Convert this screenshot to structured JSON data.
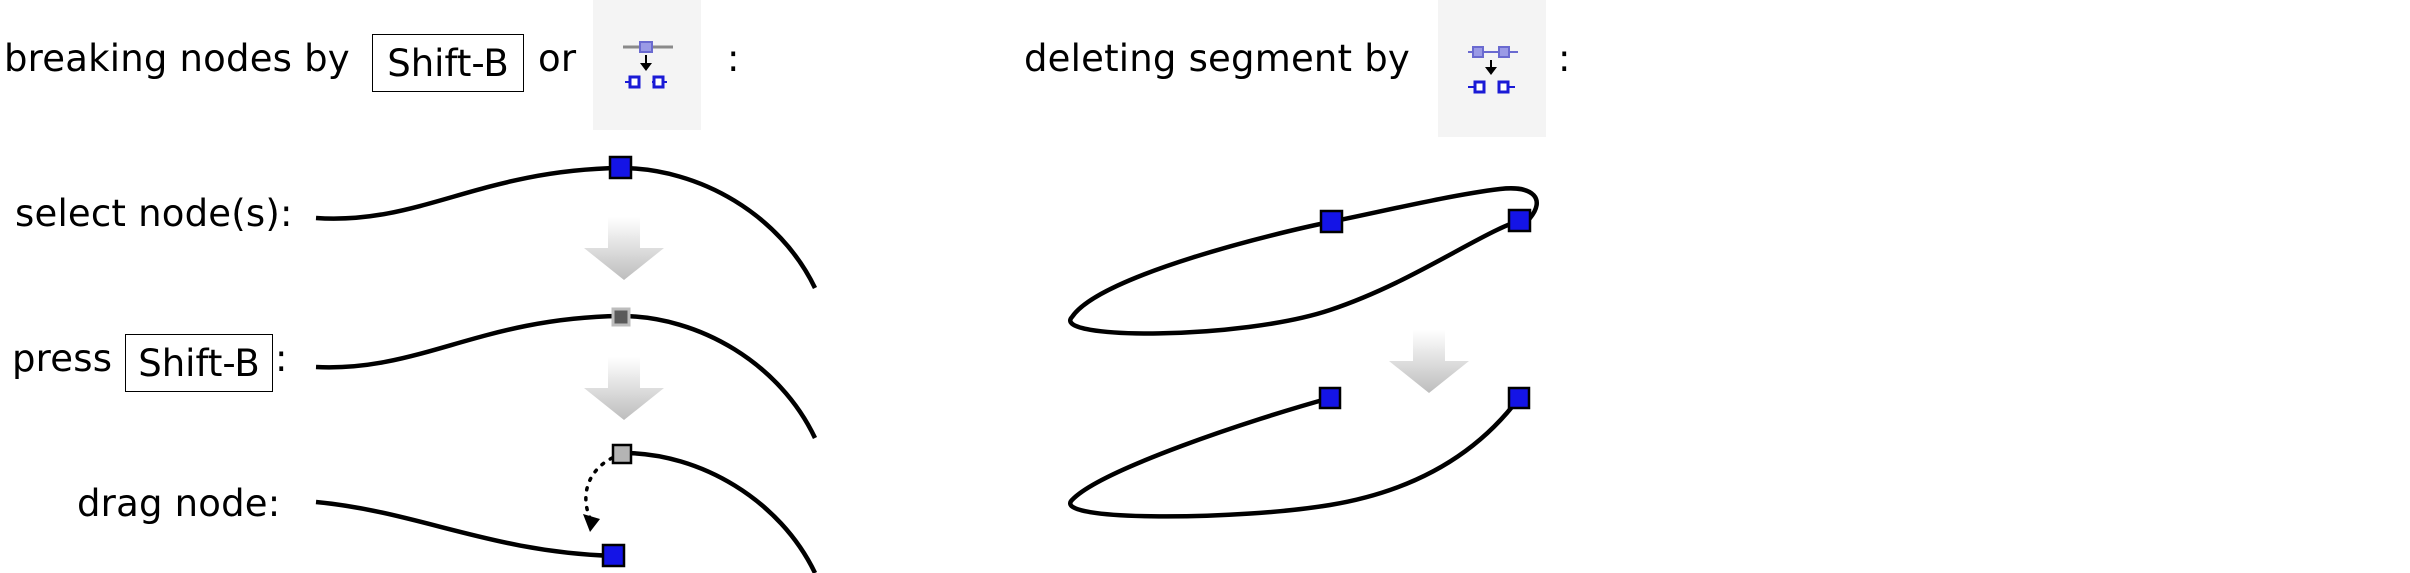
{
  "left_panel": {
    "heading_prefix": "breaking nodes by",
    "heading_key": "Shift-B",
    "heading_or": "or",
    "heading_colon": ":",
    "tool_icon": "break-path-icon",
    "rows": [
      {
        "label": "select node(s):"
      },
      {
        "label_prefix": "press",
        "label_key": "Shift-B",
        "label_suffix": ":"
      },
      {
        "label": "drag node:"
      }
    ]
  },
  "right_panel": {
    "heading": "deleting segment by",
    "heading_colon": ":",
    "tool_icon": "delete-segment-icon"
  },
  "colors": {
    "selected_node": "#1414e6",
    "cusp_node": "#5a5a5a",
    "grey_node": "#b4b4b4",
    "path": "#000000",
    "arrow": "#bdbdbd",
    "icon_node": "#1a1ad6"
  }
}
